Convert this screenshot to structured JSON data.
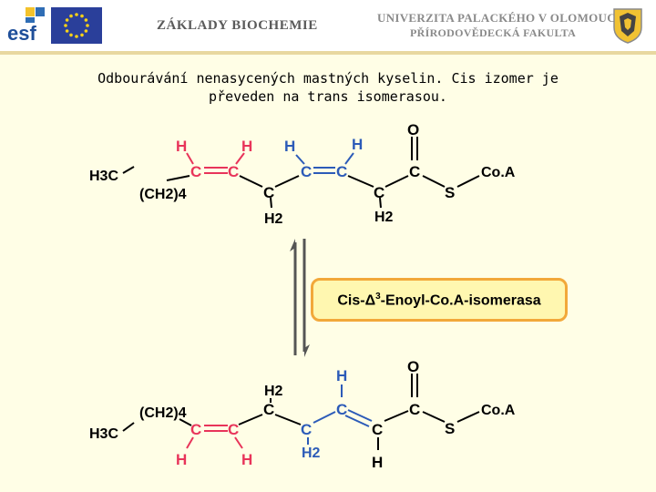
{
  "header": {
    "esf_logo_text": "esf",
    "course_title": "ZÁKLADY BIOCHEMIE",
    "university_line1": "UNIVERZITA PALACKÉHO V OLOMOUCI",
    "university_line2": "PŘÍRODOVĚDECKÁ FAKULTA"
  },
  "slide": {
    "title_line1": "Odbourávání nenasycených mastných kyselin. Cis izomer je",
    "title_line2": "převeden na trans isomerasou."
  },
  "enzyme": {
    "prefix": "Cis-",
    "delta": "Δ",
    "position": "3",
    "suffix": "-Enoyl-Co.A-isomerasa"
  },
  "colors": {
    "hydrogen": "#e8345a",
    "highlight": "#2c5bb8",
    "bond": "#000000",
    "box_border": "#f2a83a",
    "box_fill": "#fff7b0"
  },
  "molecule_top": {
    "h3c": "H3C",
    "ch2_4": "(CH2)4",
    "c1": "C",
    "c2": "C",
    "c3": "C",
    "c4": "C",
    "c5": "C",
    "c6": "C",
    "c7": "C",
    "h1": "H",
    "h2": "H",
    "h3": "H",
    "h4": "H",
    "h2a": "H2",
    "h2b": "H2",
    "o": "O",
    "s": "S",
    "coa": "Co.A"
  },
  "molecule_bottom": {
    "h3c": "H3C",
    "ch2_4": "(CH2)4",
    "c1": "C",
    "c2": "C",
    "c3": "C",
    "c4": "C",
    "c5": "C",
    "c6": "C",
    "c7": "C",
    "h1": "H",
    "h2": "H",
    "h3": "H",
    "h4": "H",
    "h2a": "H2",
    "h2b": "H2",
    "o": "O",
    "s": "S",
    "coa": "Co.A"
  }
}
